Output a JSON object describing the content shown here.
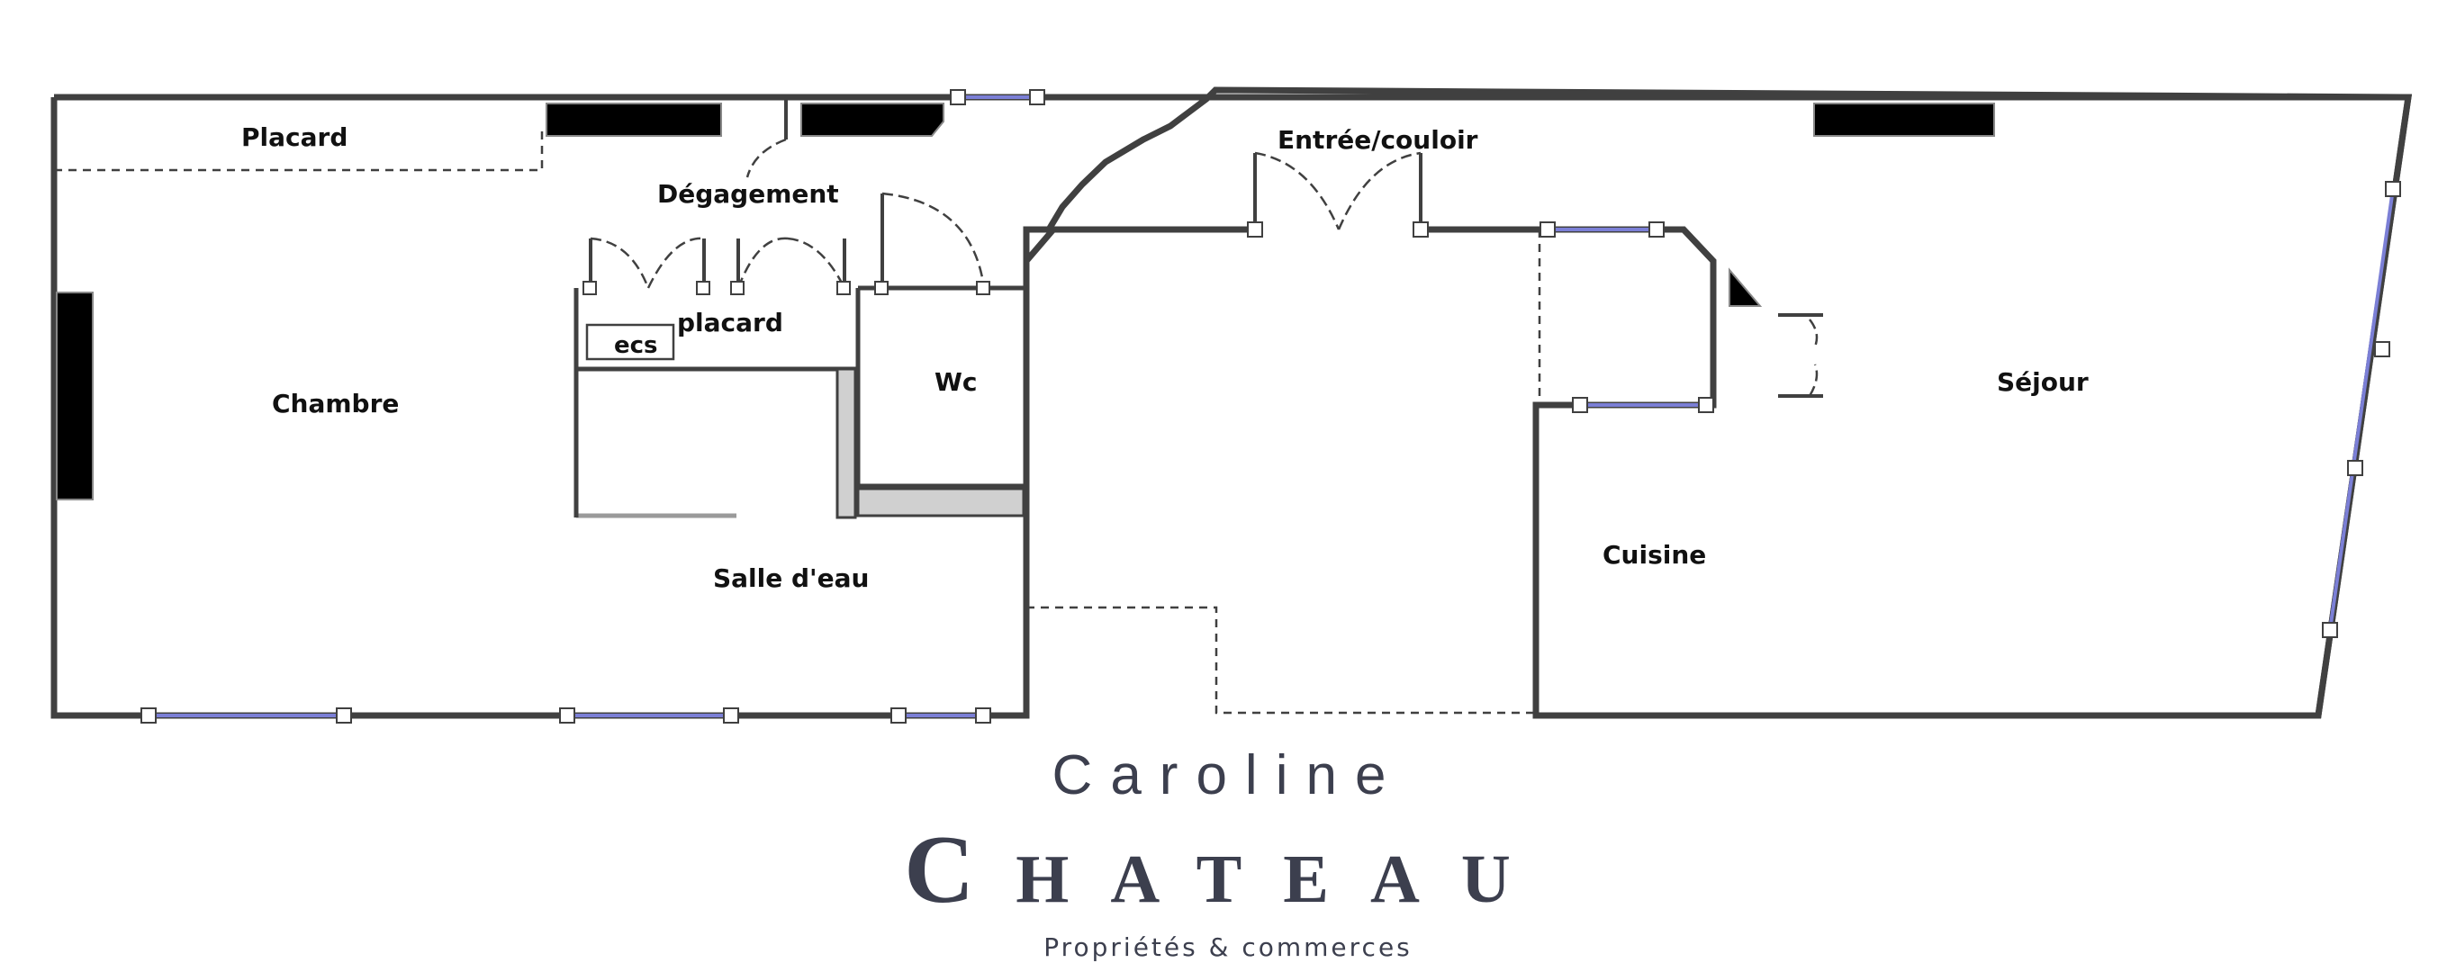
{
  "plan": {
    "rooms": [
      {
        "id": "placard-top",
        "label": "Placard"
      },
      {
        "id": "degagement",
        "label": "Dégagement"
      },
      {
        "id": "entree",
        "label": "Entrée/couloir"
      },
      {
        "id": "placard",
        "label": "placard"
      },
      {
        "id": "ecs",
        "label": "ecs"
      },
      {
        "id": "wc",
        "label": "Wc"
      },
      {
        "id": "chambre",
        "label": "Chambre"
      },
      {
        "id": "sejour",
        "label": "Séjour"
      },
      {
        "id": "cuisine",
        "label": "Cuisine"
      },
      {
        "id": "salle-eau",
        "label": "Salle d'eau"
      }
    ],
    "colors": {
      "wall": "#404040",
      "window": "#7b7fd6",
      "fixture": "#000000"
    }
  },
  "brand": {
    "first_name": "Caroline",
    "last_name": "Chateau",
    "tagline": "Propriétés & commerces"
  }
}
